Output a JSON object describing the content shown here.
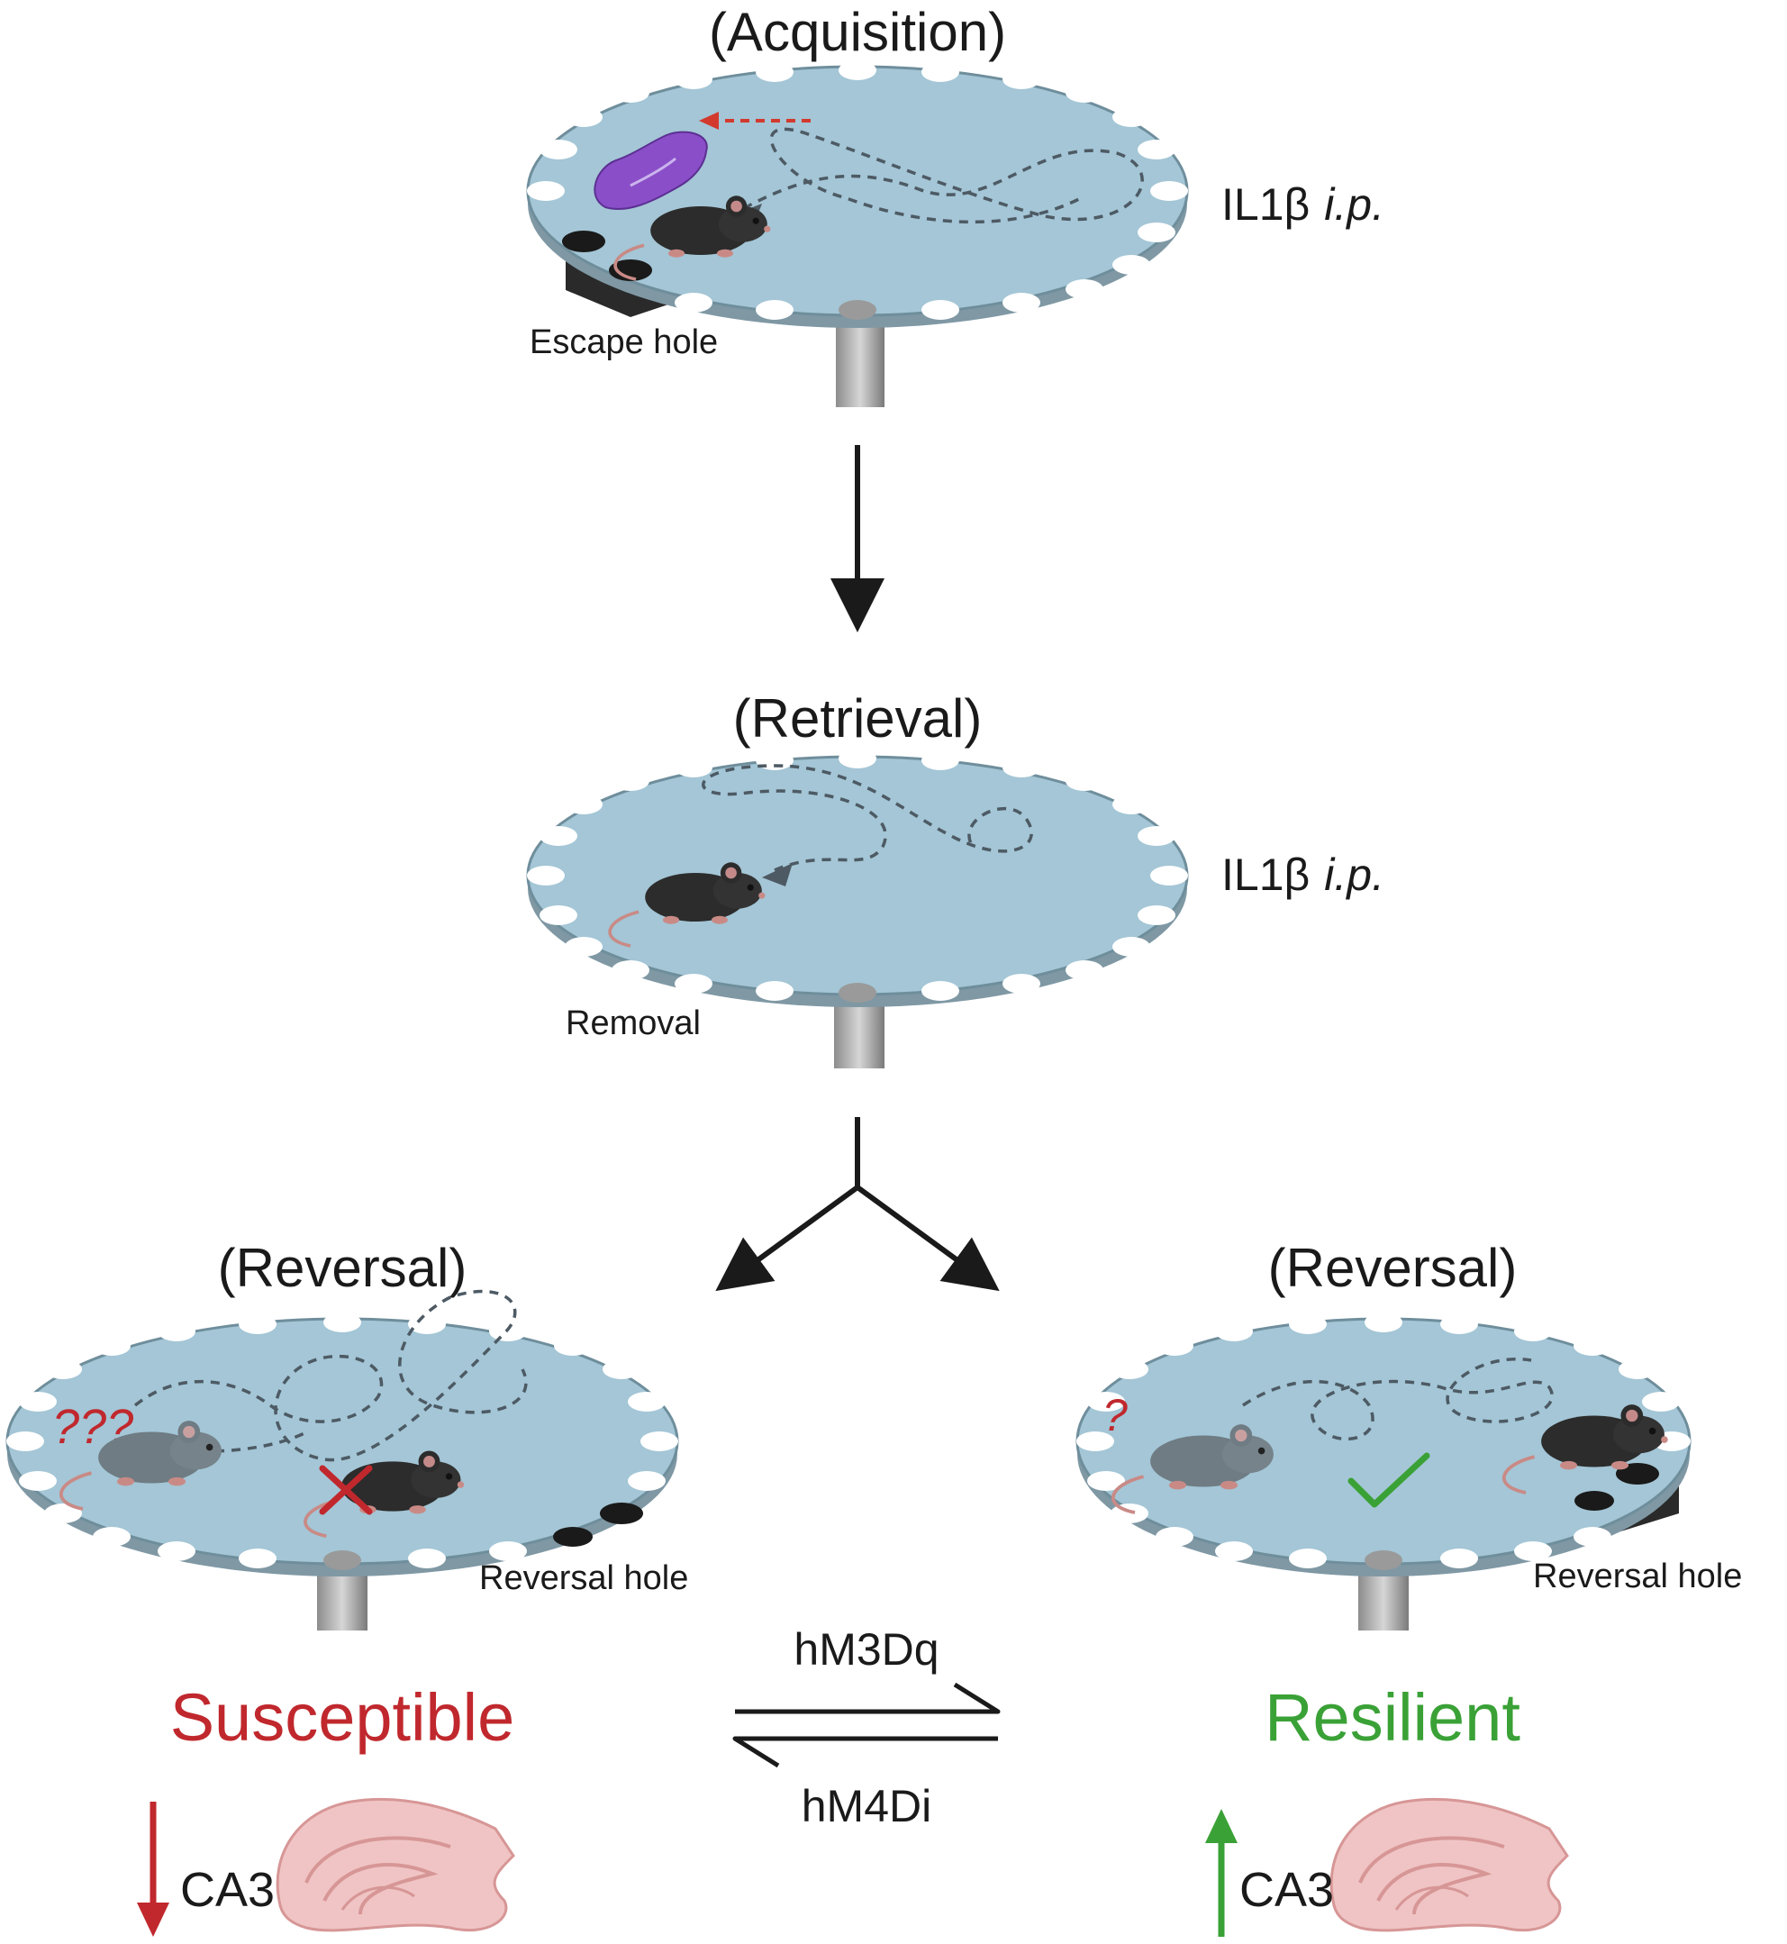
{
  "stages": {
    "acquisition": {
      "title": "(Acquisition)",
      "treatment": "IL1β",
      "route": "i.p.",
      "hole_label": "Escape hole"
    },
    "retrieval": {
      "title": "(Retrieval)",
      "treatment": "IL1β",
      "route": "i.p.",
      "hole_label": "Removal"
    },
    "reversal_susceptible": {
      "title": "(Reversal)",
      "hole_label": "Reversal hole",
      "confusion_marks": "???"
    },
    "reversal_resilient": {
      "title": "(Reversal)",
      "hole_label": "Reversal hole",
      "confusion_marks": "?"
    }
  },
  "outcomes": {
    "susceptible": {
      "label": "Susceptible",
      "region": "CA3",
      "direction": "down"
    },
    "resilient": {
      "label": "Resilient",
      "region": "CA3",
      "direction": "up"
    }
  },
  "interventions": {
    "forward": "hM3Dq",
    "backward": "hM4Di"
  },
  "colors": {
    "platform": "#a4c6d6",
    "platform_edge": "#6f8e9c",
    "susceptible": "#c0282d",
    "resilient": "#3aa136",
    "hippocampus": "#f0c4c4",
    "glove": "#8a4fc8"
  }
}
